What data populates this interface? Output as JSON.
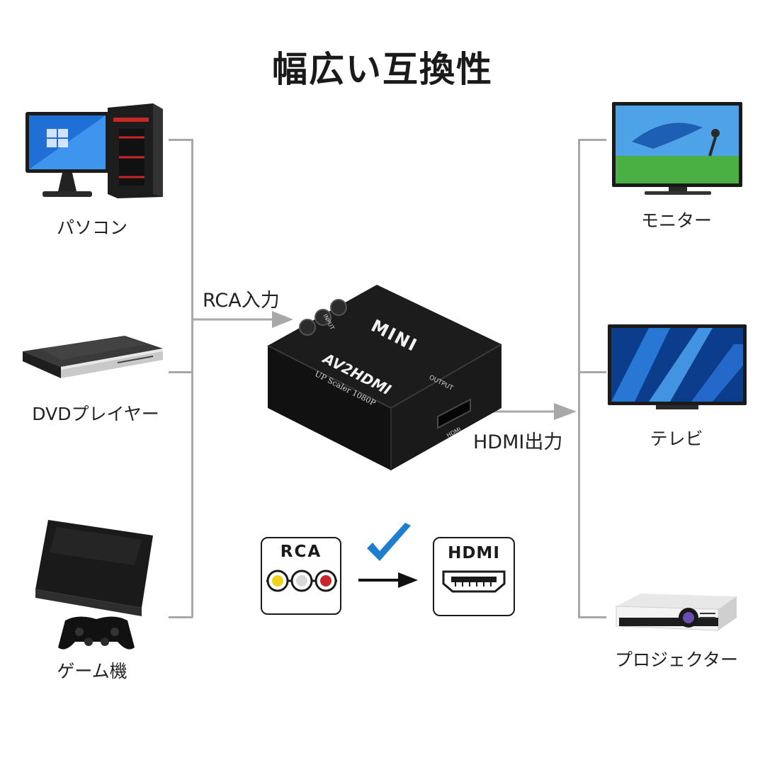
{
  "title": "幅広い互換性",
  "inputs": {
    "pc": "パソコン",
    "dvd": "DVDプレイヤー",
    "game": "ゲーム機"
  },
  "outputs": {
    "monitor": "モニター",
    "tv": "テレビ",
    "projector": "プロジェクター"
  },
  "arrows": {
    "rca_in": "RCA入力",
    "hdmi_out": "HDMI出力"
  },
  "device": {
    "top_label": "MINI",
    "name": "AV2HDMI",
    "subtitle": "UP Scaler 1080P",
    "input_label": "INPUT",
    "output_label": "OUTPUT",
    "port_label": "HDMI"
  },
  "badges": {
    "rca": "RCA",
    "hdmi": "HDMI"
  },
  "colors": {
    "connector_line": "#a8a8a8",
    "check": "#1e7fd0",
    "device_body": "#161616",
    "rca_yellow": "#f2d21b",
    "rca_white": "#d8d8d8",
    "rca_red": "#c8262b"
  }
}
